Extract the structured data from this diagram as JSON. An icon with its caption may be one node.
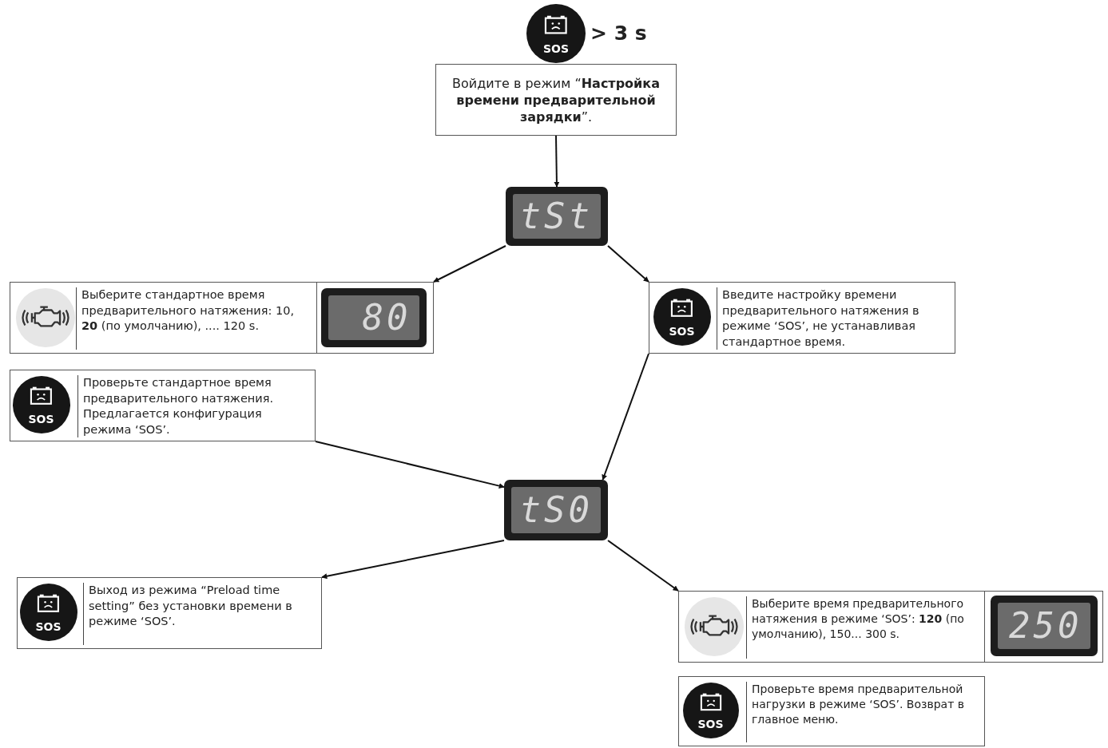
{
  "diagram": {
    "nodes": [
      {
        "text": [
          "SOS"
        ],
        "beside": [
          "> 3 s"
        ]
      },
      {
        "text": [
          "Войдите в режим “**Настройка времени предварительной зарядки**”."
        ]
      },
      {
        "text": [
          "tSt"
        ]
      },
      {
        "text": [
          "Выберите стандартное время предварительного натяжения: 10, **20** (по умолчанию), .... 120 s."
        ]
      },
      {
        "text": [
          "80"
        ],
        "in": 3
      },
      {
        "text": [
          "Введите настройку времени предварительного натяжения в режиме ‘SOS’, не устанавливая стандартное время."
        ]
      },
      {
        "text": [
          "SOS"
        ],
        "in": 5
      },
      {
        "text": [
          "Проверьте стандартное время предварительного натяжения. Предлагается конфигурация режима ‘SOS’."
        ]
      },
      {
        "text": [
          "SOS"
        ],
        "in": 7
      },
      {
        "text": [
          "tS0"
        ]
      },
      {
        "text": [
          "Выход из режима “Preload time setting” без установки времени в режиме ‘SOS’."
        ]
      },
      {
        "text": [
          "SOS"
        ],
        "in": 10
      },
      {
        "text": [
          "Выберите время предварительного натяжения в режиме ‘SOS’: **120** (по умолчанию), 150... 300 s."
        ]
      },
      {
        "text": [
          "250"
        ],
        "in": 12
      },
      {
        "text": [
          "Проверьте время предварительной нагрузки в режиме ‘SOS’. Возврат в главное меню."
        ]
      },
      {
        "text": [
          "SOS"
        ],
        "in": 14
      }
    ],
    "edges": [
      {
        "from": 1,
        "to": 2,
        "arrow": "to"
      },
      {
        "from": 2,
        "to": 3,
        "arrow": "to"
      },
      {
        "from": 2,
        "to": 5,
        "arrow": "to"
      },
      {
        "from": 7,
        "to": 9,
        "arrow": "to"
      },
      {
        "from": 5,
        "to": 9,
        "arrow": "to"
      },
      {
        "from": 9,
        "to": 10,
        "arrow": "to"
      },
      {
        "from": 9,
        "to": 12,
        "arrow": "to"
      }
    ]
  }
}
